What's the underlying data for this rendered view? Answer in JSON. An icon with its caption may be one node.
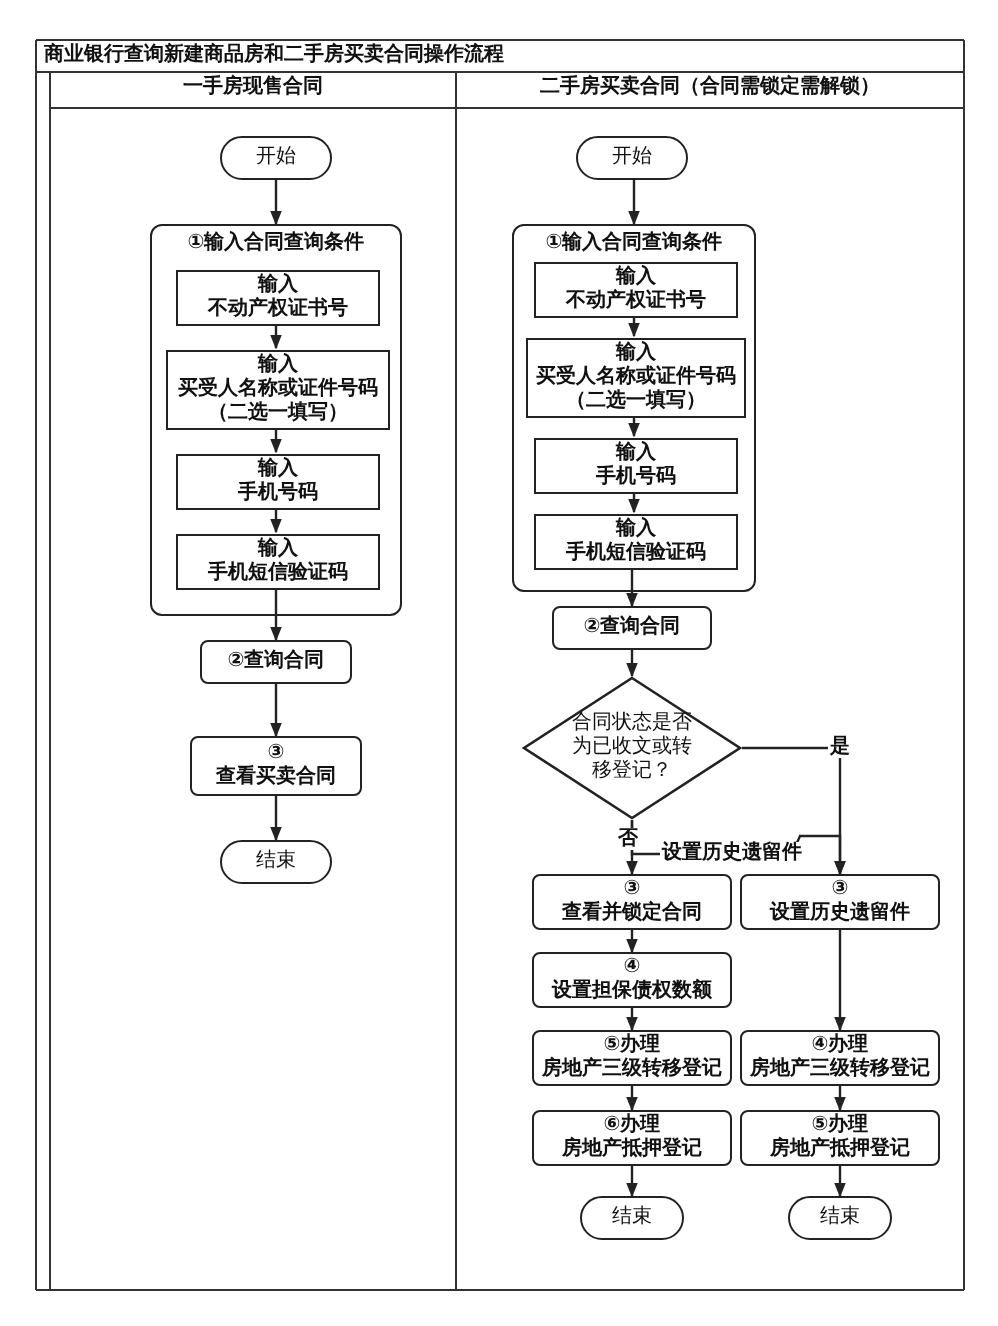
{
  "diagram": {
    "title": "商业银行查询新建商品房和二手房买卖合同操作流程",
    "nodes": [
      {
        "text": [
          "开始"
        ]
      },
      {
        "text": [
          "①输入合同查询条件"
        ]
      },
      {
        "text": [
          "输入",
          "不动产权证书号"
        ],
        "in": 1
      },
      {
        "text": [
          "输入",
          "买受人名称或证件号码（二选一填写）"
        ],
        "in": 1
      },
      {
        "text": [
          "输入",
          "手机号码"
        ],
        "in": 1
      },
      {
        "text": [
          "输入",
          "手机短信验证码"
        ],
        "in": 1
      },
      {
        "text": [
          "②查询合同"
        ]
      },
      {
        "text": [
          "③",
          "查看买卖合同"
        ]
      },
      {
        "text": [
          "结束"
        ]
      },
      {
        "text": [
          "开始"
        ]
      },
      {
        "text": [
          "①输入合同查询条件"
        ]
      },
      {
        "text": [
          "输入",
          "不动产权证书号"
        ],
        "in": 10
      },
      {
        "text": [
          "输入",
          "买受人名称或证件号码（二选一填写）"
        ],
        "in": 10
      },
      {
        "text": [
          "输入",
          "手机号码"
        ],
        "in": 10
      },
      {
        "text": [
          "输入",
          "手机短信验证码"
        ],
        "in": 10
      },
      {
        "text": [
          "②查询合同"
        ]
      },
      {
        "text": [
          "合同状态是否为已收文或转移登记？"
        ]
      },
      {
        "text": [
          "③",
          "查看并锁定合同"
        ]
      },
      {
        "text": [
          "④",
          "设置担保债权数额"
        ]
      },
      {
        "text": [
          "⑤办理",
          "房地产三级转移登记"
        ]
      },
      {
        "text": [
          "⑥办理",
          "房地产抵押登记"
        ]
      },
      {
        "text": [
          "结束"
        ]
      },
      {
        "text": [
          "③",
          "设置历史遗留件"
        ]
      },
      {
        "text": [
          "④办理",
          "房地产三级转移登记"
        ]
      },
      {
        "text": [
          "⑤办理",
          "房地产抵押登记"
        ]
      },
      {
        "text": [
          "结束"
        ]
      }
    ],
    "edges": [
      {
        "from": 0,
        "to": 1,
        "arrow": "to"
      },
      {
        "from": 2,
        "to": 3,
        "arrow": "to"
      },
      {
        "from": 3,
        "to": 4,
        "arrow": "to"
      },
      {
        "from": 4,
        "to": 5,
        "arrow": "to"
      },
      {
        "from": 5,
        "to": 6,
        "arrow": "to"
      },
      {
        "from": 6,
        "to": 7,
        "arrow": "to"
      },
      {
        "from": 7,
        "to": 8,
        "arrow": "to"
      },
      {
        "from": 9,
        "to": 10,
        "arrow": "to"
      },
      {
        "from": 11,
        "to": 12,
        "arrow": "to"
      },
      {
        "from": 12,
        "to": 13,
        "arrow": "to"
      },
      {
        "from": 13,
        "to": 14,
        "arrow": "to"
      },
      {
        "from": 14,
        "to": 15,
        "arrow": "to"
      },
      {
        "from": 15,
        "to": 16,
        "arrow": "to"
      },
      {
        "from": 16,
        "to": 17,
        "arrow": "to",
        "label": "否"
      },
      {
        "from": 16,
        "to": 22,
        "arrow": "to",
        "label": "是"
      },
      {
        "from": 16,
        "to": 22,
        "arrow": "to",
        "label": "设置历史遗留件"
      },
      {
        "from": 17,
        "to": 18,
        "arrow": "to"
      },
      {
        "from": 18,
        "to": 19,
        "arrow": "to"
      },
      {
        "from": 19,
        "to": 20,
        "arrow": "to"
      },
      {
        "from": 20,
        "to": 21,
        "arrow": "to"
      },
      {
        "from": 22,
        "to": 23,
        "arrow": "to"
      },
      {
        "from": 23,
        "to": 24,
        "arrow": "to"
      },
      {
        "from": 24,
        "to": 25,
        "arrow": "to"
      }
    ],
    "labels": [
      "一手房现售合同",
      "二手房买卖合同（合同需锁定需解锁）"
    ]
  }
}
